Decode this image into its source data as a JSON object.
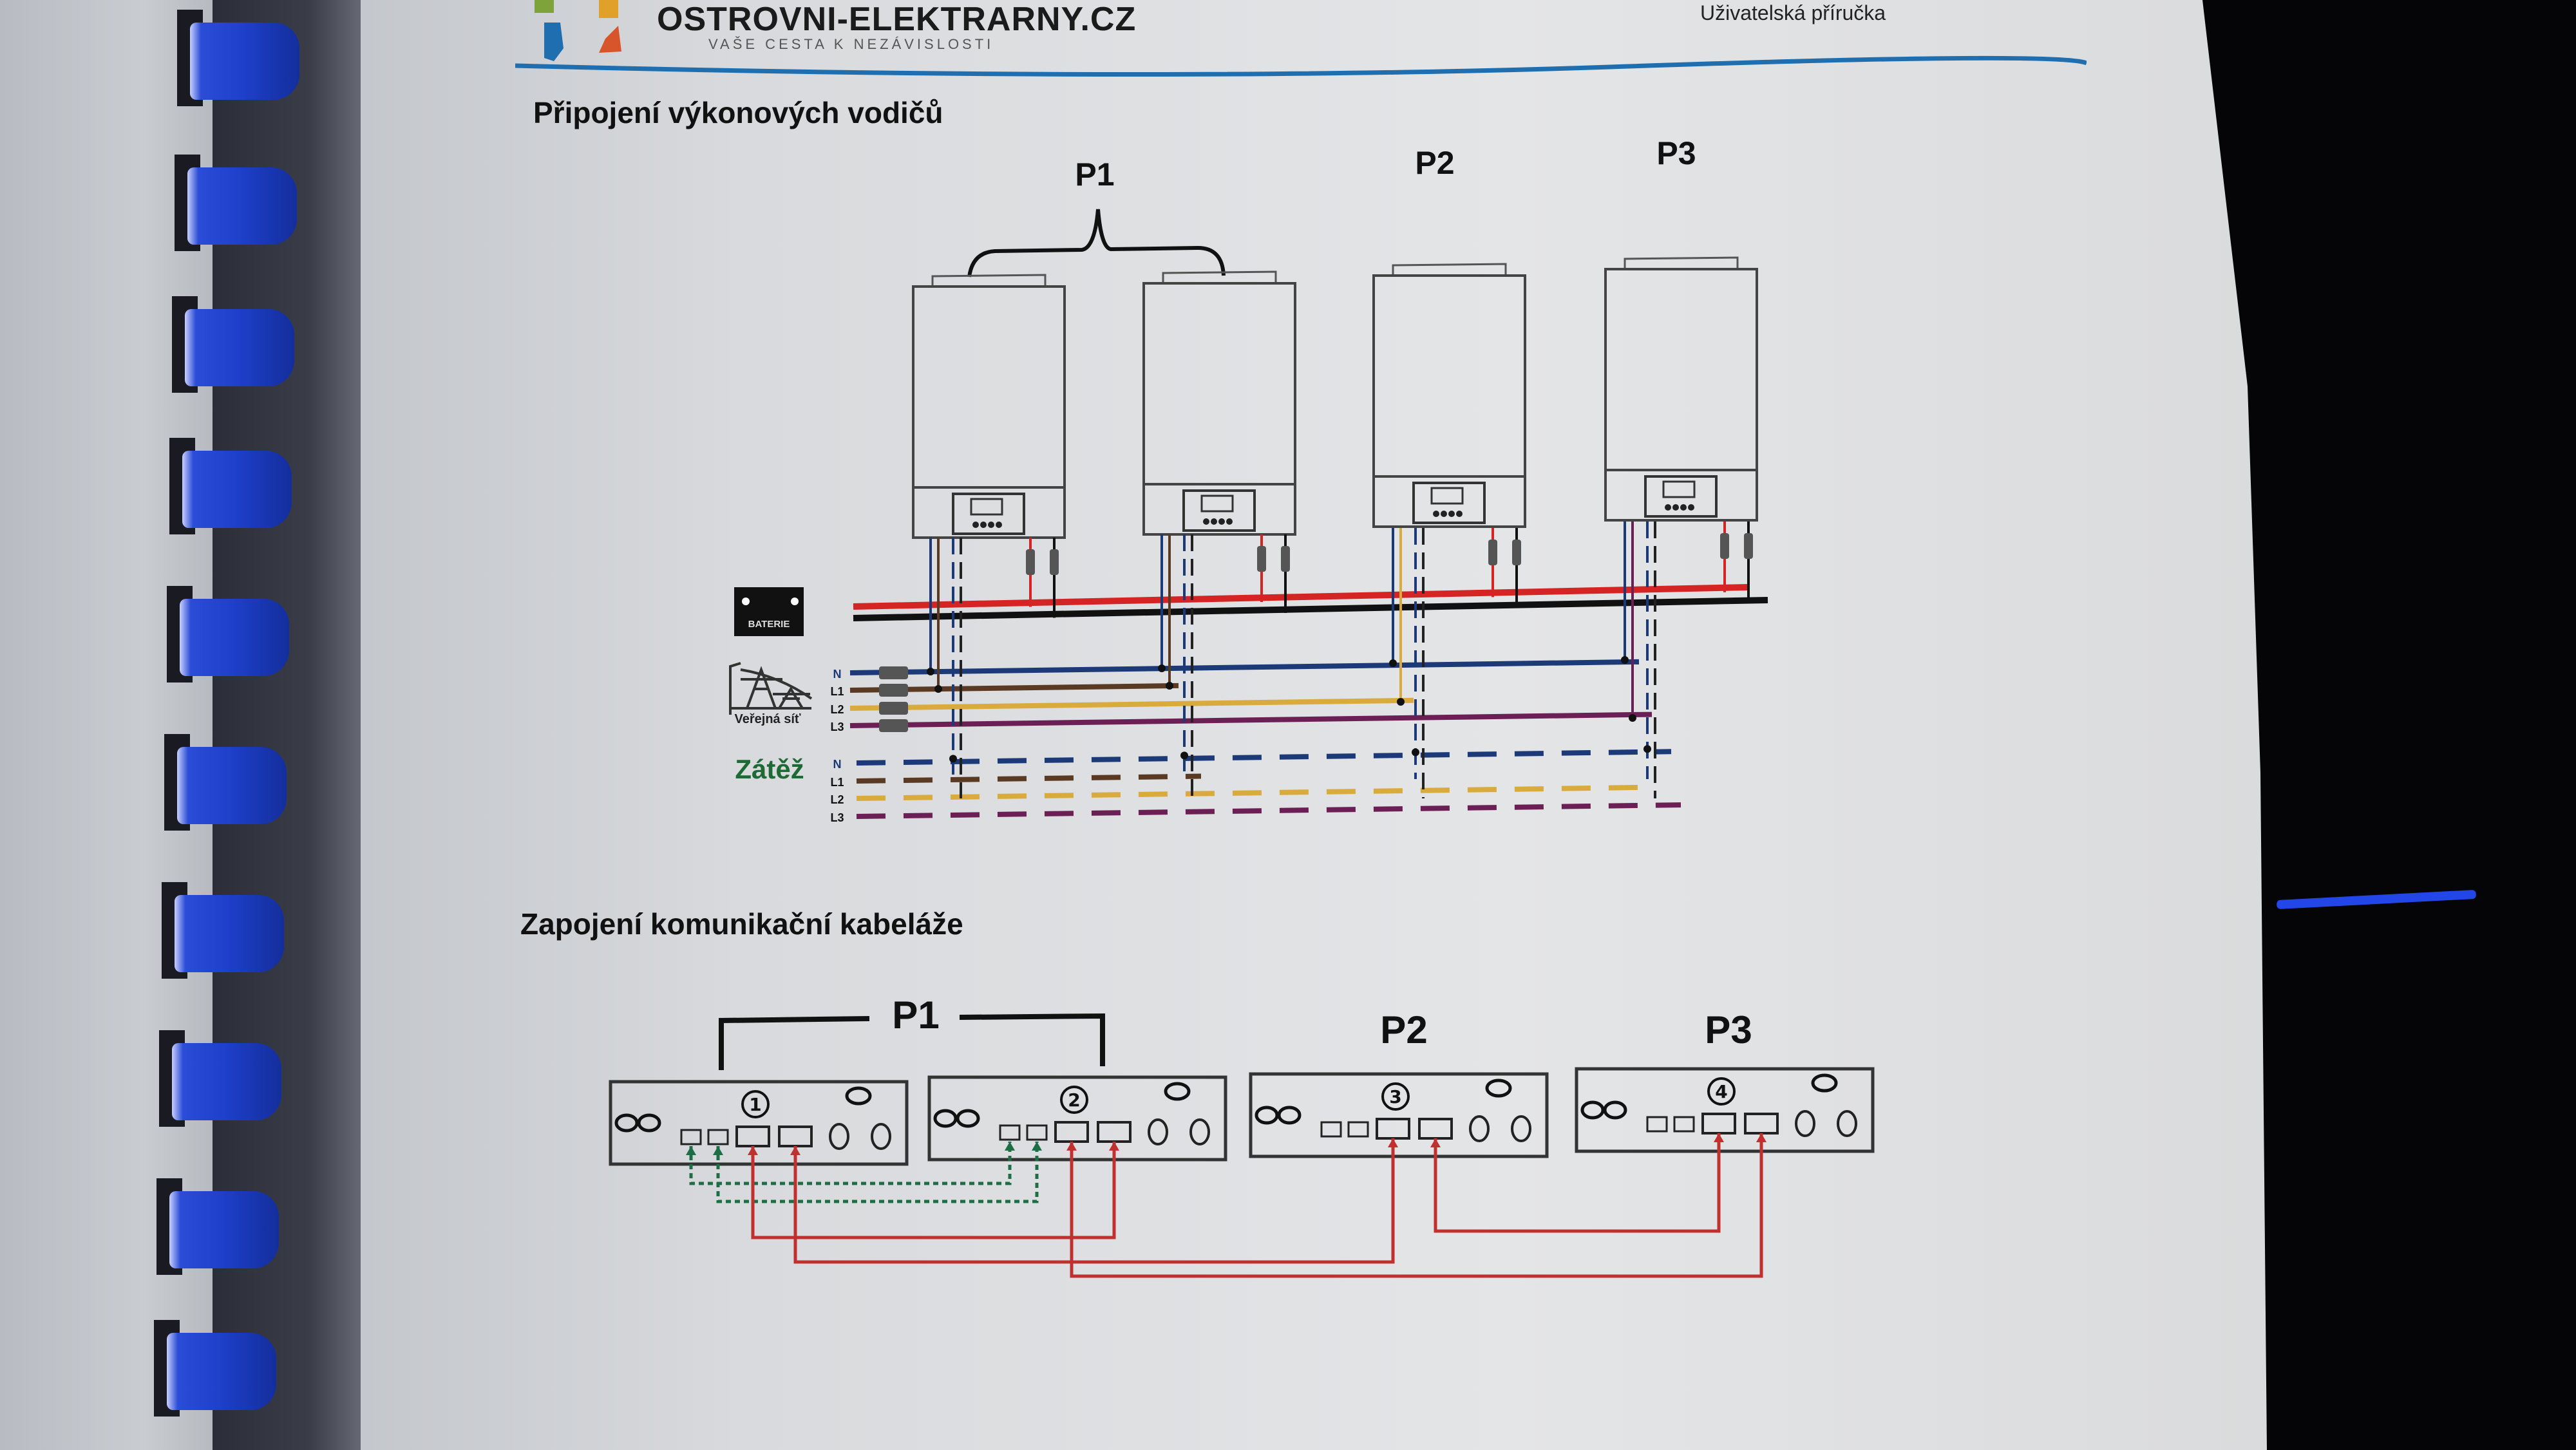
{
  "header": {
    "brand_name": "OSTROVNI-ELEKTRARNY.CZ",
    "brand_tagline": "VAŠE CESTA K NEZÁVISLOSTI",
    "document_label": "Uživatelská příručka",
    "accent_color": "#1f6fb0"
  },
  "power_section": {
    "title": "Připojení výkonových vodičů",
    "groups": [
      {
        "label": "P1",
        "inverters": 2
      },
      {
        "label": "P2",
        "inverters": 1
      },
      {
        "label": "P3",
        "inverters": 1
      }
    ],
    "battery_label": "BATERIE",
    "grid_label": "Veřejná síť",
    "load_label": "Zátěž",
    "grid_lines": [
      "N",
      "L1",
      "L2",
      "L3"
    ],
    "load_lines": [
      "N",
      "L1",
      "L2",
      "L3"
    ],
    "wire_colors": {
      "battery_positive": "#d42424",
      "battery_negative": "#111111",
      "N": "#1c3a78",
      "L1": "#5a3a22",
      "L2": "#d9ab3c",
      "L3": "#6b1f55"
    },
    "load_label_color": "#1d6a35"
  },
  "comm_section": {
    "title": "Zapojení komunikační kabeláže",
    "groups": [
      {
        "label": "P1",
        "units": [
          "①",
          "②"
        ]
      },
      {
        "label": "P2",
        "units": [
          "③"
        ]
      },
      {
        "label": "P3",
        "units": [
          "④"
        ]
      }
    ],
    "cable_colors": {
      "parallel": "#1e6e45",
      "phase": "#c0302e"
    }
  }
}
